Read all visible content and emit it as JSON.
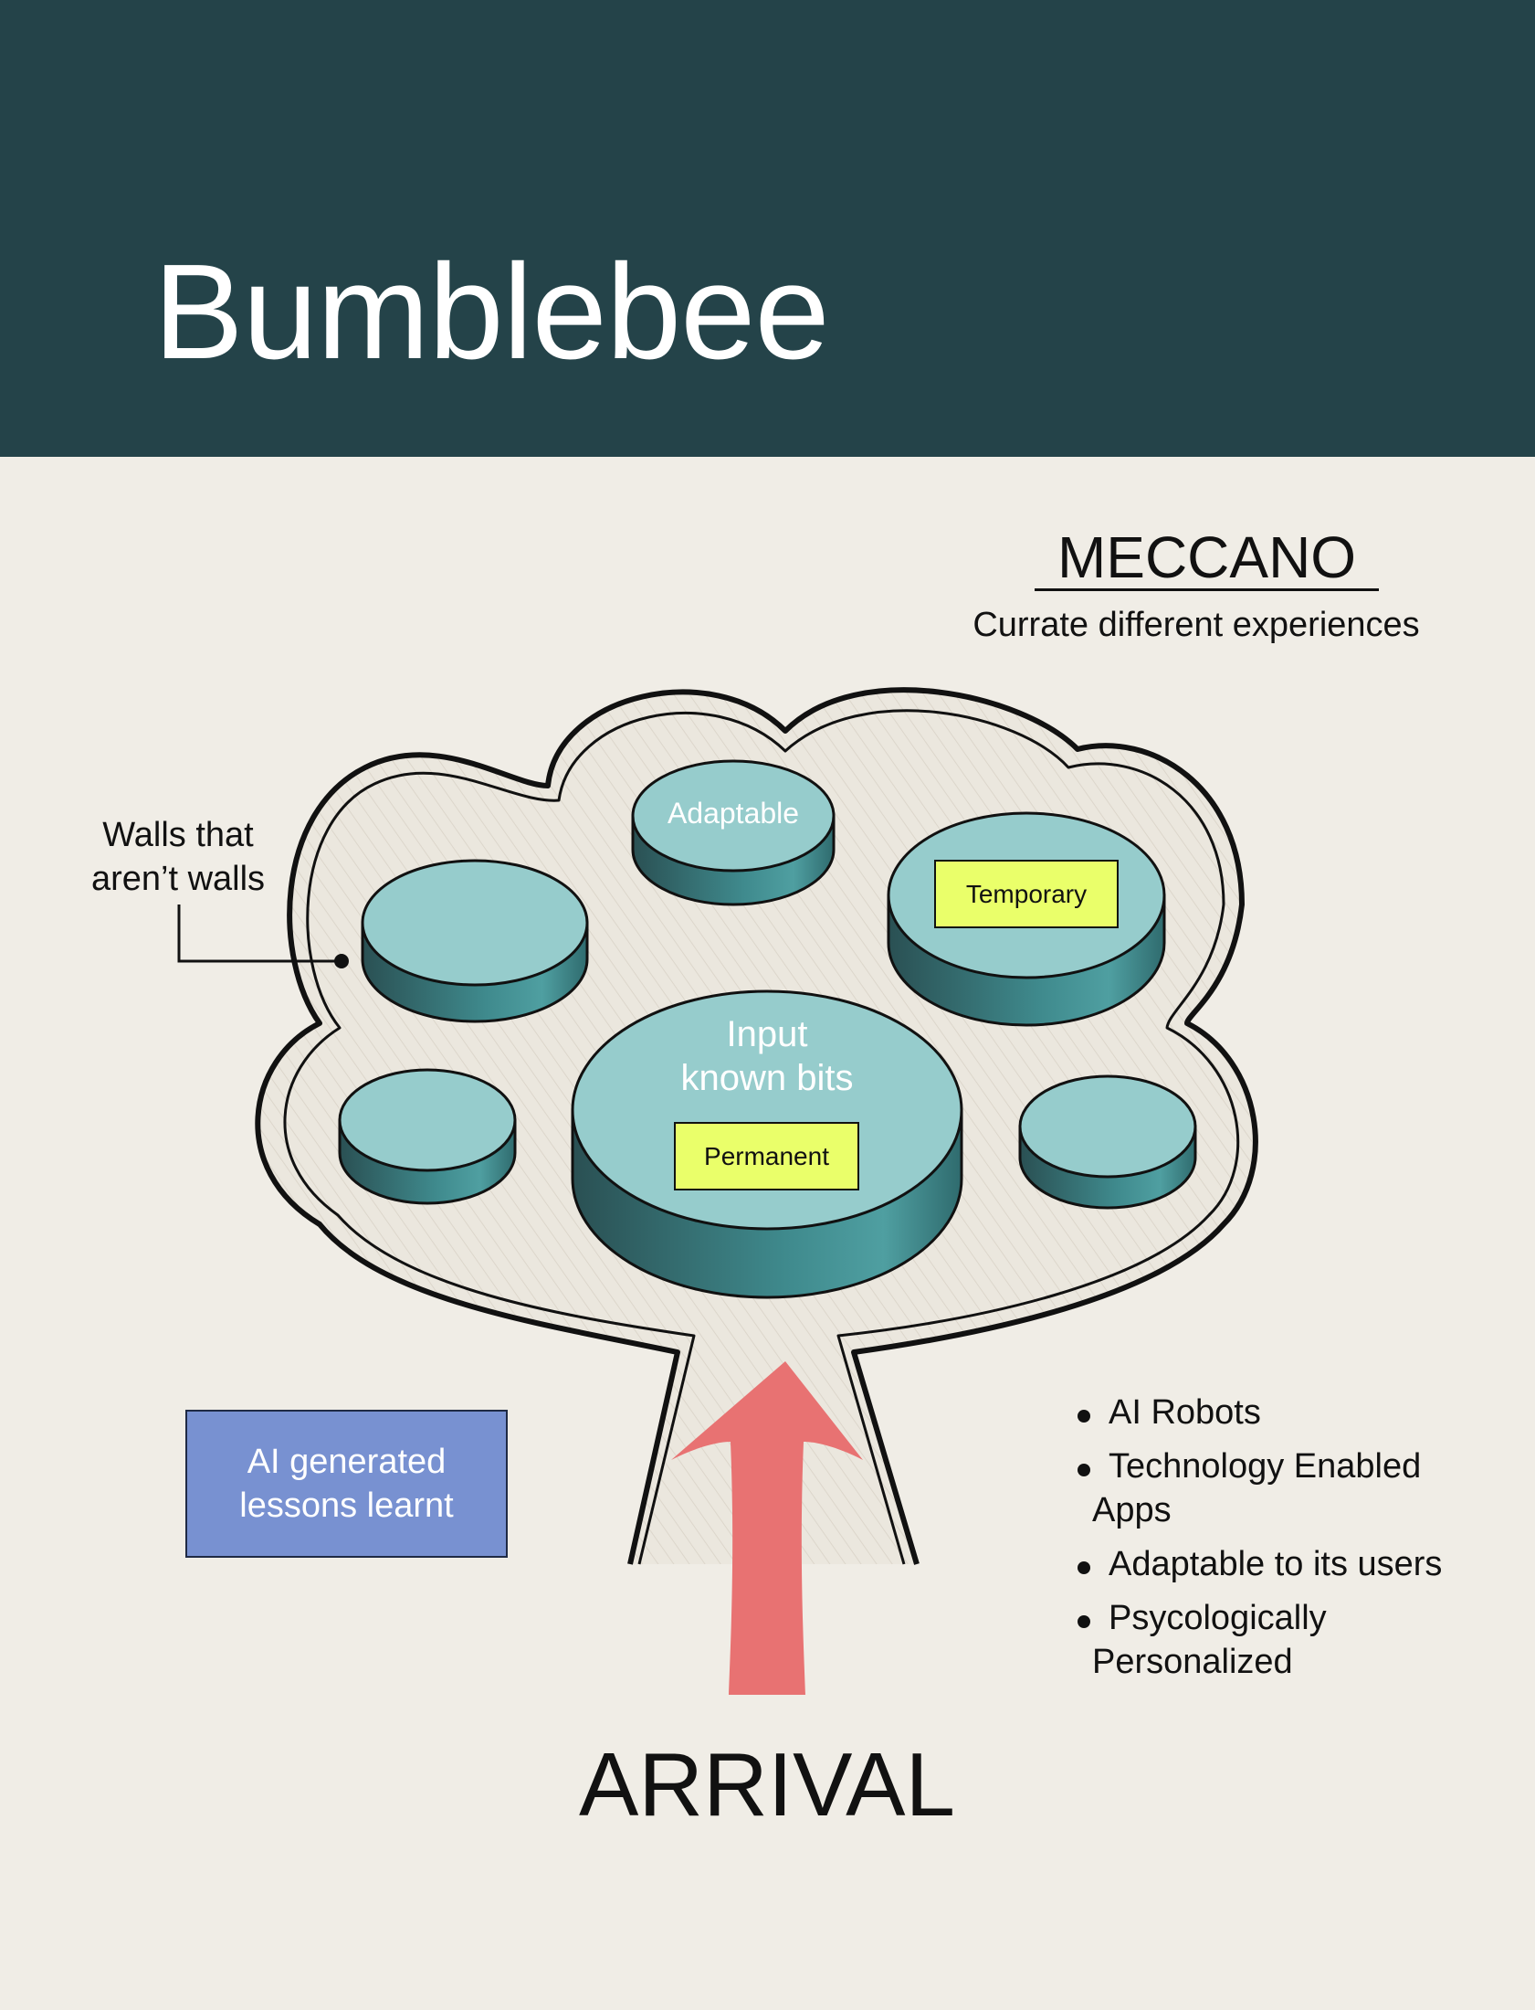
{
  "header": {
    "title": "Bumblebee"
  },
  "meccano": {
    "title": "MECCANO",
    "subtitle": "Currate different experiences"
  },
  "walls_label": "Walls that aren’t walls",
  "platforms": {
    "adaptable": "Adaptable",
    "temporary": "Temporary",
    "center_line1": "Input",
    "center_line2": "known bits",
    "permanent": "Permanent"
  },
  "lessons_box": "AI generated lessons learnt",
  "arrival_label": "ARRIVAL",
  "features": [
    "AI Robots",
    "Technology Enabled Apps",
    "Adaptable to its users",
    "Psycologically Personalized"
  ],
  "colors": {
    "header_bg": "#244349",
    "page_bg": "#f0ede6",
    "platform_top": "#96cccc",
    "platform_side": "#2f6b6e",
    "tag_yellow": "#eaff6a",
    "lessons_blue": "#7891d1",
    "arrow_red": "#e87272"
  }
}
